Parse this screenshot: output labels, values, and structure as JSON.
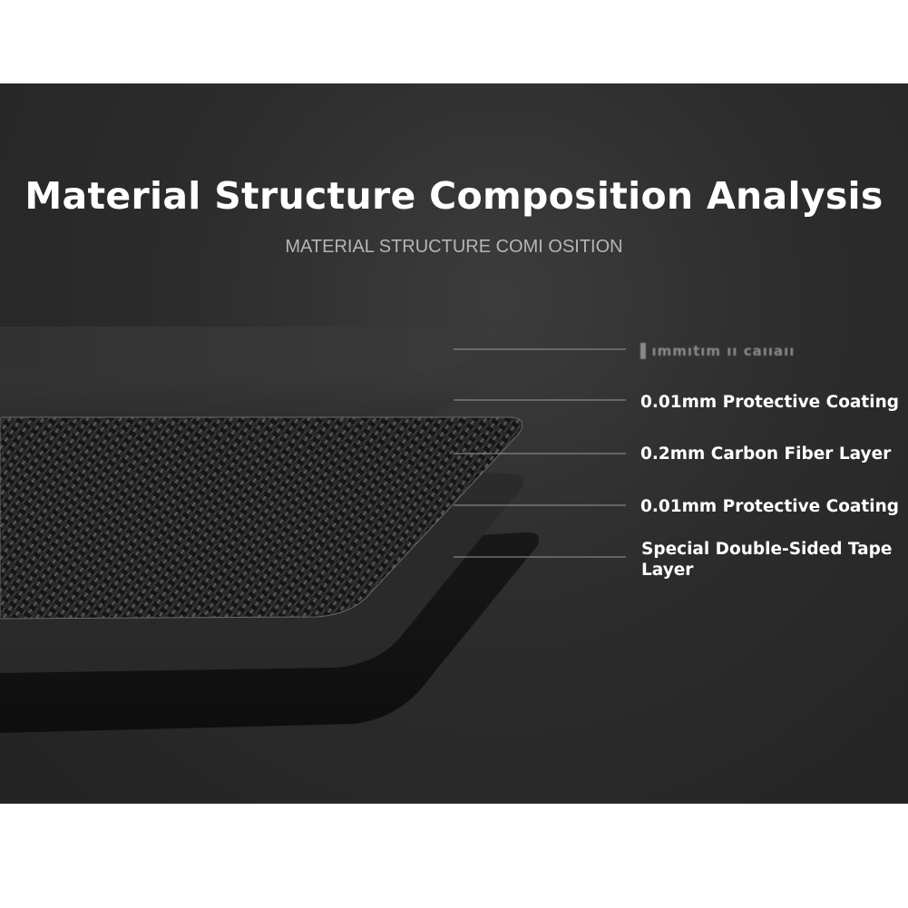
{
  "header": {
    "title": "Material Structure Composition Analysis",
    "subtitle": "MATERIAL STRUCTURE COMI OSITION"
  },
  "layers": [
    {
      "label": "0.01mm Protective Coating"
    },
    {
      "label": "0.2mm Carbon Fiber Layer"
    },
    {
      "label": "0.01mm Protective Coating"
    },
    {
      "label": "Special Double-Sided Tape Layer"
    }
  ],
  "top_layer_label_faded": "▌ımmıtım ıı caııaıı",
  "colors": {
    "background": "#2c2c2c",
    "text": "#ffffff",
    "subtitle": "#b5b5b5",
    "leader_line": "#9a9a9a",
    "carbon_dark": "#141414",
    "carbon_light": "#5a5a5a",
    "tape": "#121212"
  }
}
